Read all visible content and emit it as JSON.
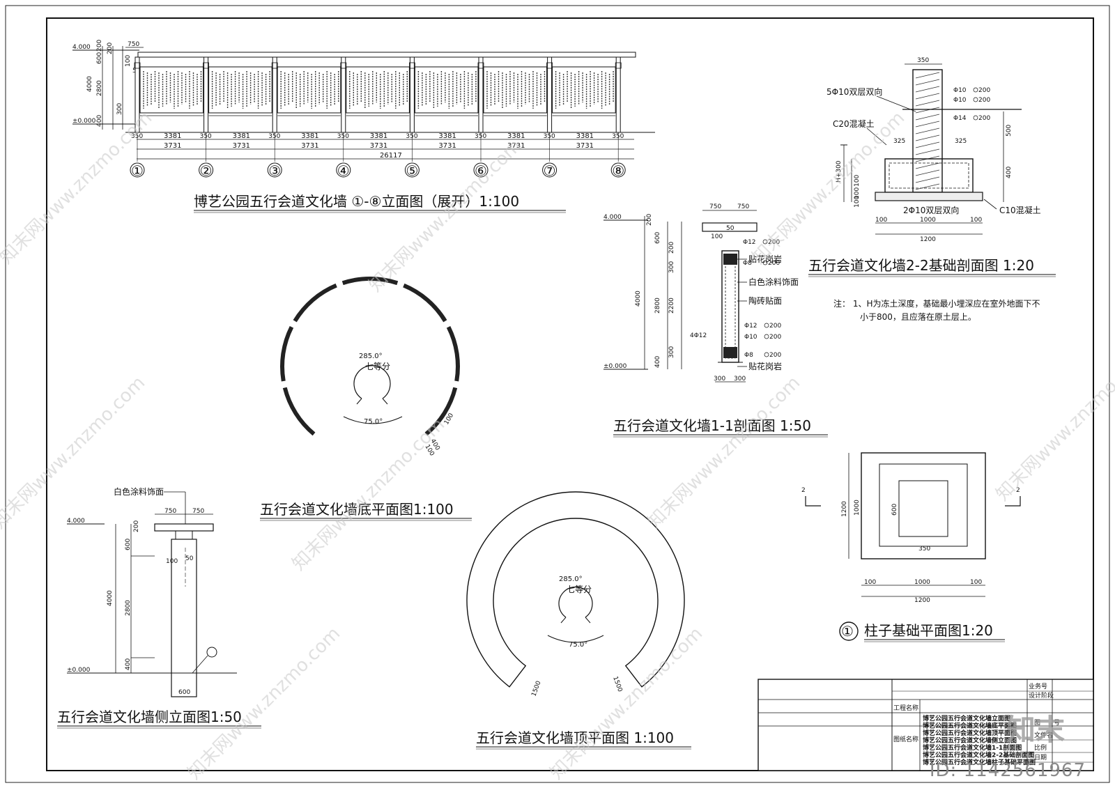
{
  "titles": {
    "elevation": "博艺公园五行会道文化墙 ①-⑧立面图（展开）1:100",
    "section11": "五行会道文化墙1-1剖面图 1:50",
    "foundation22": "五行会道文化墙2-2基础剖面图 1:20",
    "bottom_plan": "五行会道文化墙底平面图1:100",
    "top_plan": "五行会道文化墙顶平面图 1:100",
    "side_elev": "五行会道文化墙侧立面图1:50",
    "column_plan_num": "①",
    "column_plan": "柱子基础平面图1:20"
  },
  "elevation": {
    "levels": [
      "4.000",
      "±0.000"
    ],
    "heights": [
      "600",
      "200",
      "200",
      "4000",
      "2800",
      "300",
      "400"
    ],
    "top_dims": [
      "750",
      "100",
      "50"
    ],
    "col_width": "350",
    "panel_width": "3381",
    "bay_width": "3731",
    "total": "26117",
    "axes": [
      "①",
      "②",
      "③",
      "④",
      "⑤",
      "⑥",
      "⑦",
      "⑧"
    ]
  },
  "section11": {
    "level_top": "4.000",
    "level_base": "±0.000",
    "left_dims": [
      "200",
      "600",
      "2800",
      "400",
      "4000",
      "200",
      "300",
      "2200",
      "300"
    ],
    "top_dims": [
      "750",
      "750",
      "50",
      "100"
    ],
    "bottom_dims": [
      "300",
      "300"
    ],
    "rebar": [
      "Φ12",
      "Φ8",
      "Φ12",
      "Φ10",
      "Φ8",
      "4Φ12"
    ],
    "rebar_spacing": [
      "200",
      "200",
      "200",
      "200",
      "200"
    ],
    "labels": [
      "贴花岗岩",
      "白色涂料饰面",
      "陶砖贴面",
      "贴花岗岩"
    ]
  },
  "foundation22": {
    "top_dim": "350",
    "labels": [
      "5Φ10双层双向",
      "C20混凝土",
      "2Φ10双层双向",
      "C10混凝土"
    ],
    "rebar": [
      "Φ10",
      "Φ10",
      "Φ14"
    ],
    "rebar_spacing": [
      "200",
      "200",
      "200"
    ],
    "side_dims": [
      "500",
      "400",
      "100",
      "100",
      "100"
    ],
    "h_label": "H+300",
    "w_dims": [
      "325",
      "325",
      "100",
      "1000",
      "100",
      "1200"
    ],
    "note_1": "注：  1、H为冻土深度，基础最小埋深应在室外地面下不",
    "note_2": "小于800，且应落在原土层上。"
  },
  "bottom_plan": {
    "angle_1": "285.0°",
    "division": "七等分",
    "angle_2": "75.0°",
    "dims": [
      "100",
      "400",
      "100"
    ]
  },
  "top_plan": {
    "angle_1": "285.0°",
    "division": "七等分",
    "angle_2": "75.0°",
    "end_dims": [
      "1500",
      "1500"
    ]
  },
  "side_elev": {
    "finish": "白色涂料饰面",
    "levels": [
      "4.000",
      "±0.000"
    ],
    "top_dims": [
      "750",
      "750"
    ],
    "heights": [
      "200",
      "600",
      "4000",
      "2800",
      "400"
    ],
    "detail_dims": [
      "100",
      "50"
    ],
    "base_width": "600"
  },
  "column_plan": {
    "dims_v": [
      "1200",
      "1000",
      "600"
    ],
    "dims_h": [
      "350",
      "100",
      "1000",
      "100",
      "1200"
    ],
    "cut_labels": [
      "2",
      "2"
    ]
  },
  "title_block": {
    "business_no": "业务号",
    "design_stage": "设计阶段",
    "project_name": "工程名称",
    "drawing_name": "图纸名称",
    "drawing_list": [
      "博艺公园五行会道文化墙立面图",
      "博艺公园五行会道文化墙底平面图",
      "博艺公园五行会道文化墙顶平面图",
      "博艺公园五行会道文化墙侧立面图",
      "博艺公园五行会道文化墙1-1剖面图",
      "博艺公园五行会道文化墙2-2基础剖面图",
      "博艺公园五行会道文化墙柱子基础平面图"
    ],
    "fields": [
      "图",
      "号",
      "文件名",
      "比例",
      "日期"
    ]
  },
  "watermarks": {
    "site": "知末网www.znzmo.com",
    "brand": "知末",
    "id": "ID: 1142561967"
  }
}
